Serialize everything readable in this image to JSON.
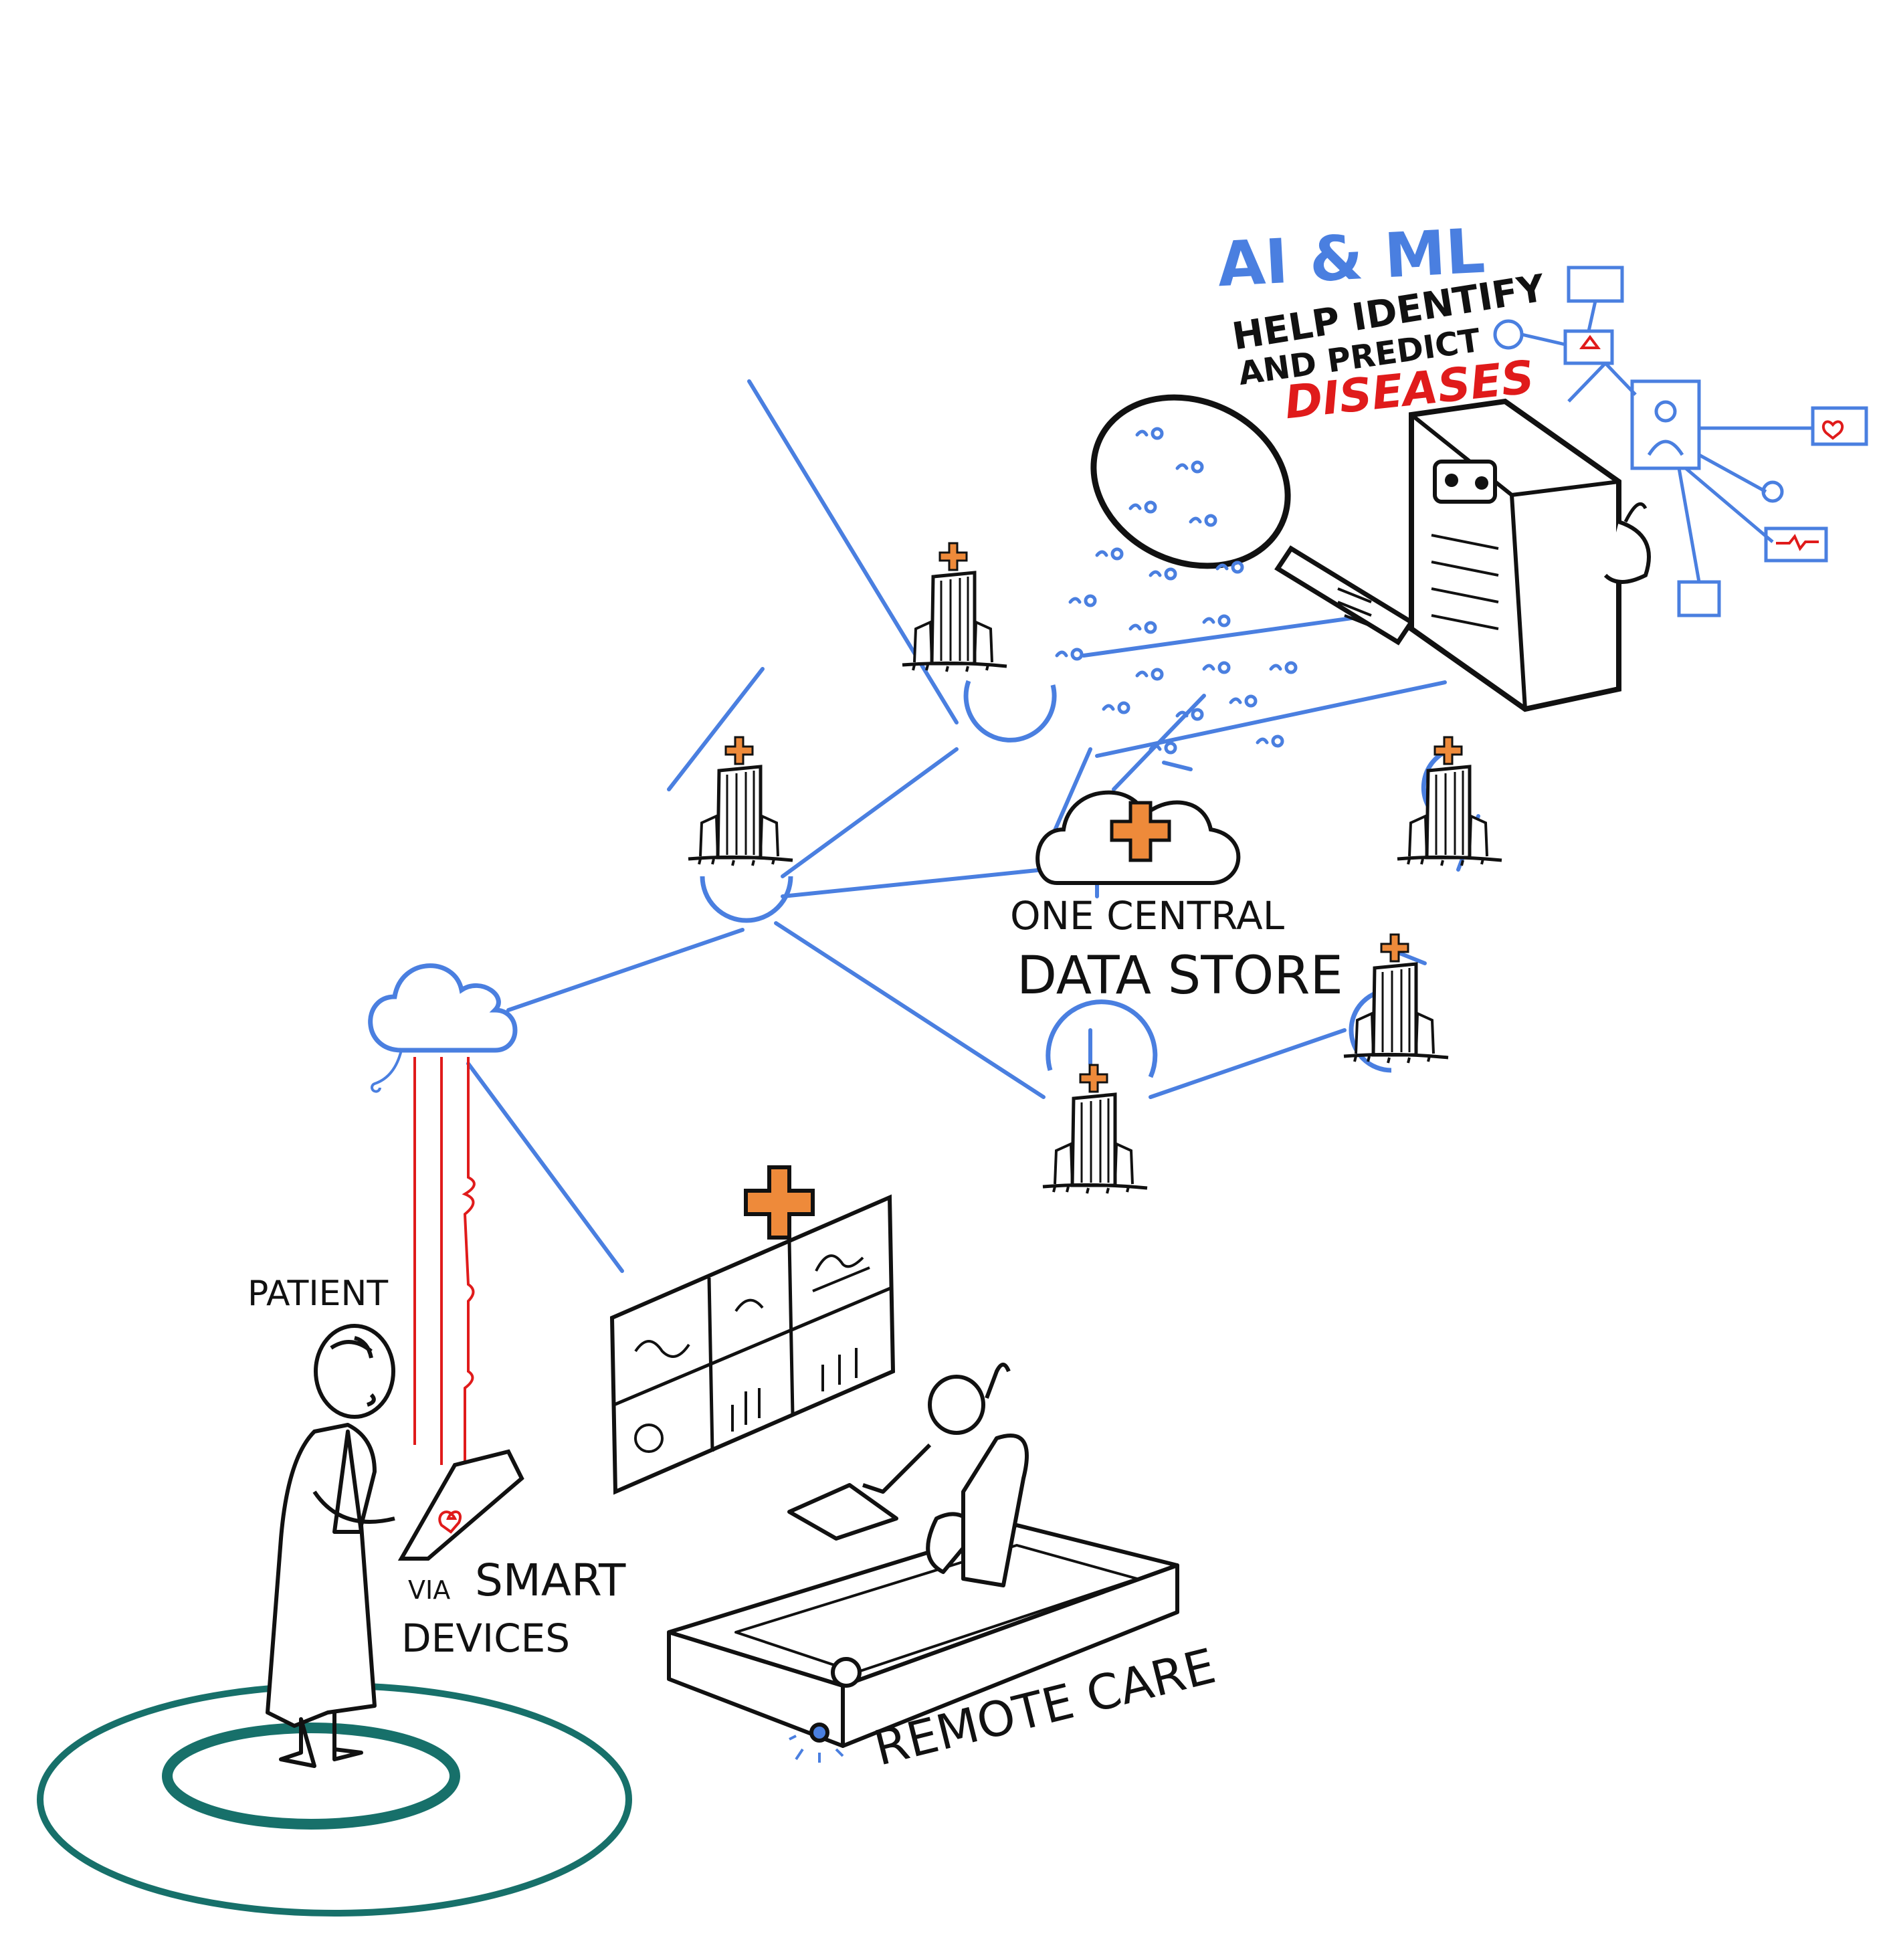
{
  "colors": {
    "network": "#4a7fe0",
    "accent_red": "#e01b1b",
    "cross_orange": "#ee8a3a",
    "ring_teal": "#17706a",
    "ink": "#111111"
  },
  "labels": {
    "ai_title": "AI & ML",
    "ai_line1": "HELP IDENTIFY",
    "ai_line2": "AND PREDICT",
    "ai_line3": "DISEASES",
    "central_line1": "ONE CENTRAL",
    "central_line2": "DATA STORE",
    "patient": "PATIENT",
    "via": "VIA",
    "smart": "SMART",
    "devices": "DEVICES",
    "remote_care": "REMOTE CARE"
  },
  "icons": [
    "hospital-icon",
    "cloud-icon",
    "data-cloud-icon",
    "magnifier-icon",
    "server-robot-icon",
    "patient-figure-icon",
    "tablet-icon",
    "dashboard-screen-icon",
    "remote-desk-icon",
    "connected-devices-icon",
    "target-ring-icon"
  ]
}
